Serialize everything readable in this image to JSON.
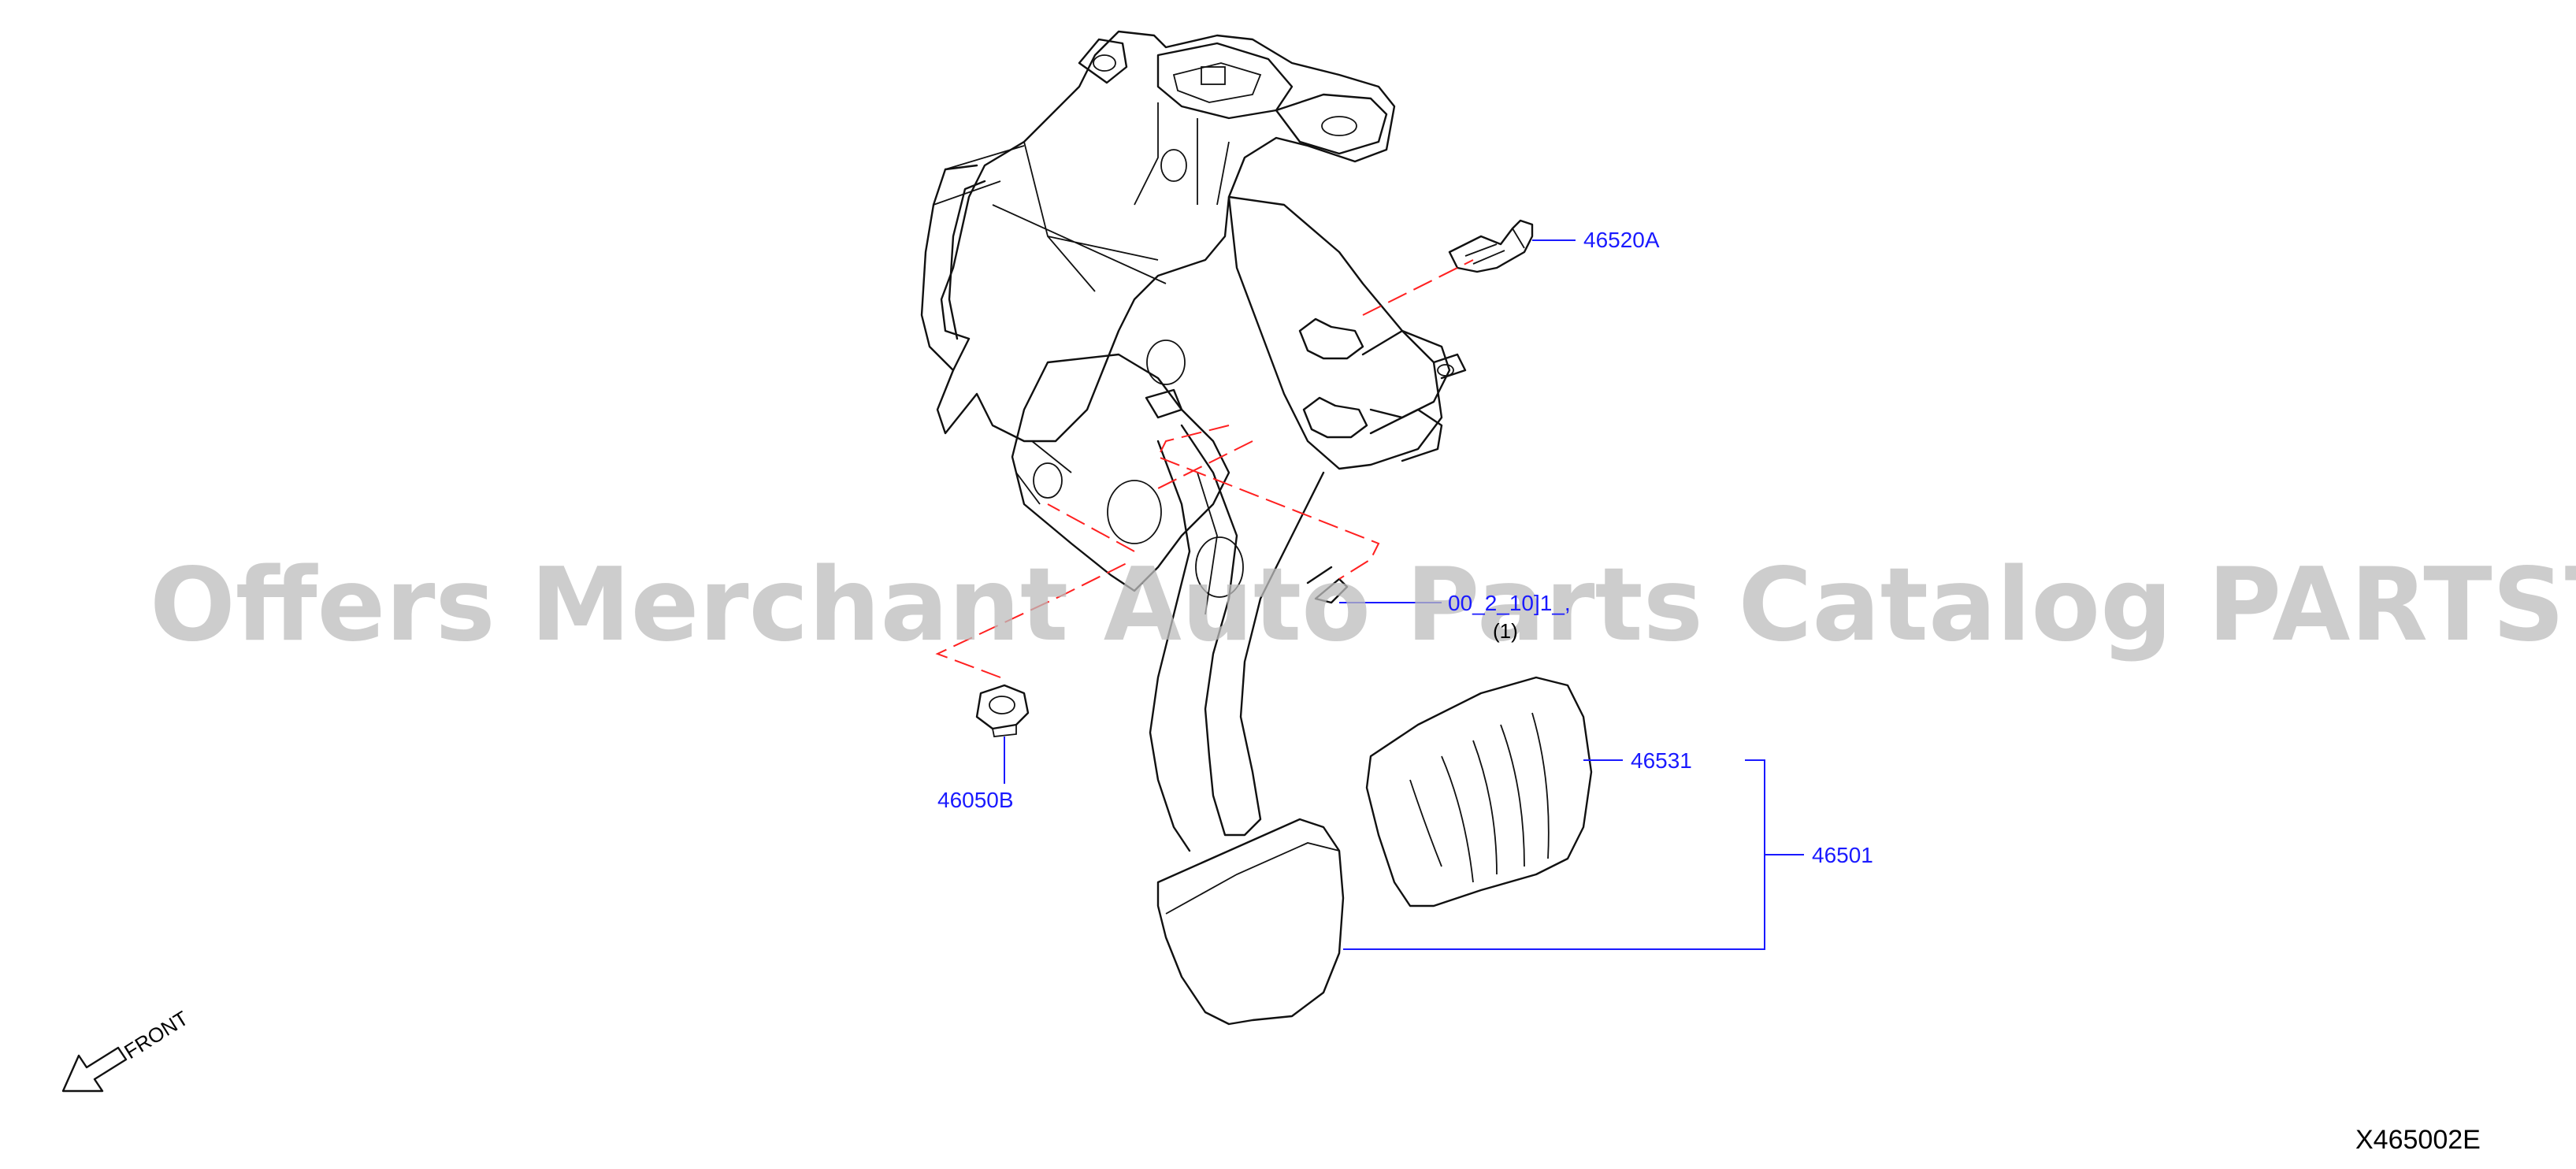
{
  "diagram": {
    "watermark": "Offers Merchant Auto Parts Catalog PARTSTORE.SA",
    "diagram_code": "X465002E",
    "front_label": "FRONT",
    "parts": [
      {
        "id": "46520A",
        "label": "46520A"
      },
      {
        "id": "46050B",
        "label": "46050B"
      },
      {
        "id": "46531",
        "label": "46531"
      },
      {
        "id": "46501",
        "label": "46501"
      }
    ],
    "obscured_callout": {
      "line1": "00_2_10]1_,",
      "line2": "(1)"
    },
    "colors": {
      "label": "#1a1aff",
      "dashed_reference": "#ff2020",
      "outline": "#111111",
      "watermark": "#bdbdbd"
    }
  }
}
